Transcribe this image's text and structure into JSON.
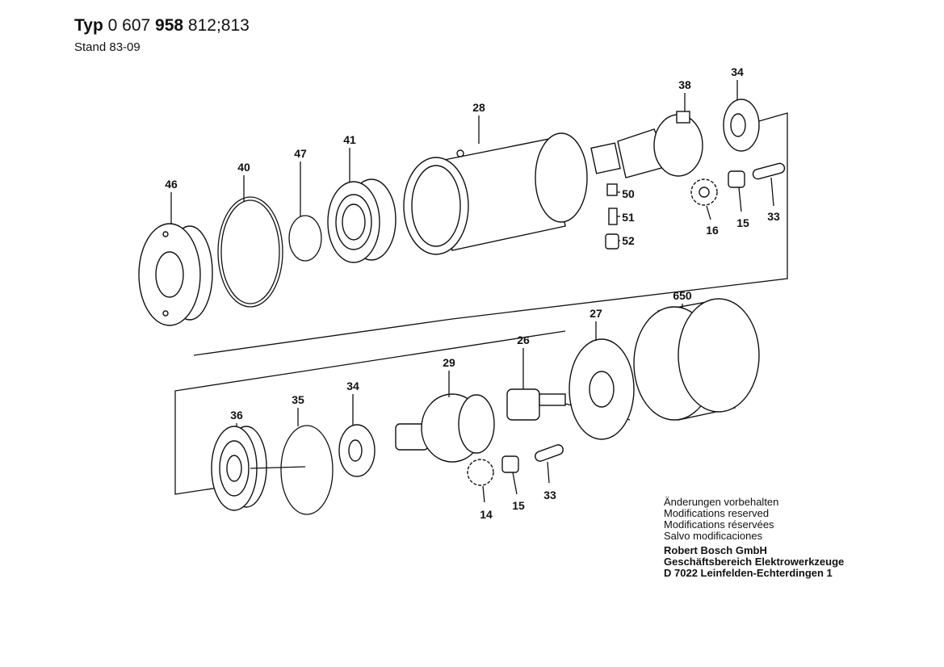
{
  "header": {
    "typ_label": "Typ",
    "number_plain": "0 607",
    "number_bold": "958",
    "variants": "812;813",
    "stand": "Stand  83-09"
  },
  "diagram": {
    "top_labels": {
      "p46": "46",
      "p40": "40",
      "p47": "47",
      "p41": "41",
      "p28": "28",
      "p38": "38",
      "p34": "34",
      "p50": "50",
      "p51": "51",
      "p52": "52",
      "p16": "16",
      "p15": "15",
      "p33": "33"
    },
    "bottom_labels": {
      "p650": "650",
      "p27": "27",
      "p26": "26",
      "p29": "29",
      "p34": "34",
      "p35": "35",
      "p36": "36",
      "p14": "14",
      "p15": "15",
      "p33": "33"
    }
  },
  "notes": {
    "lines": [
      "Änderungen vorbehalten",
      "Modifications reserved",
      "Modifications réservées",
      "Salvo modificaciones"
    ],
    "company": [
      "Robert Bosch GmbH",
      "Geschäftsbereich Elektrowerkzeuge",
      "D 7022 Leinfelden-Echterdingen 1"
    ]
  }
}
